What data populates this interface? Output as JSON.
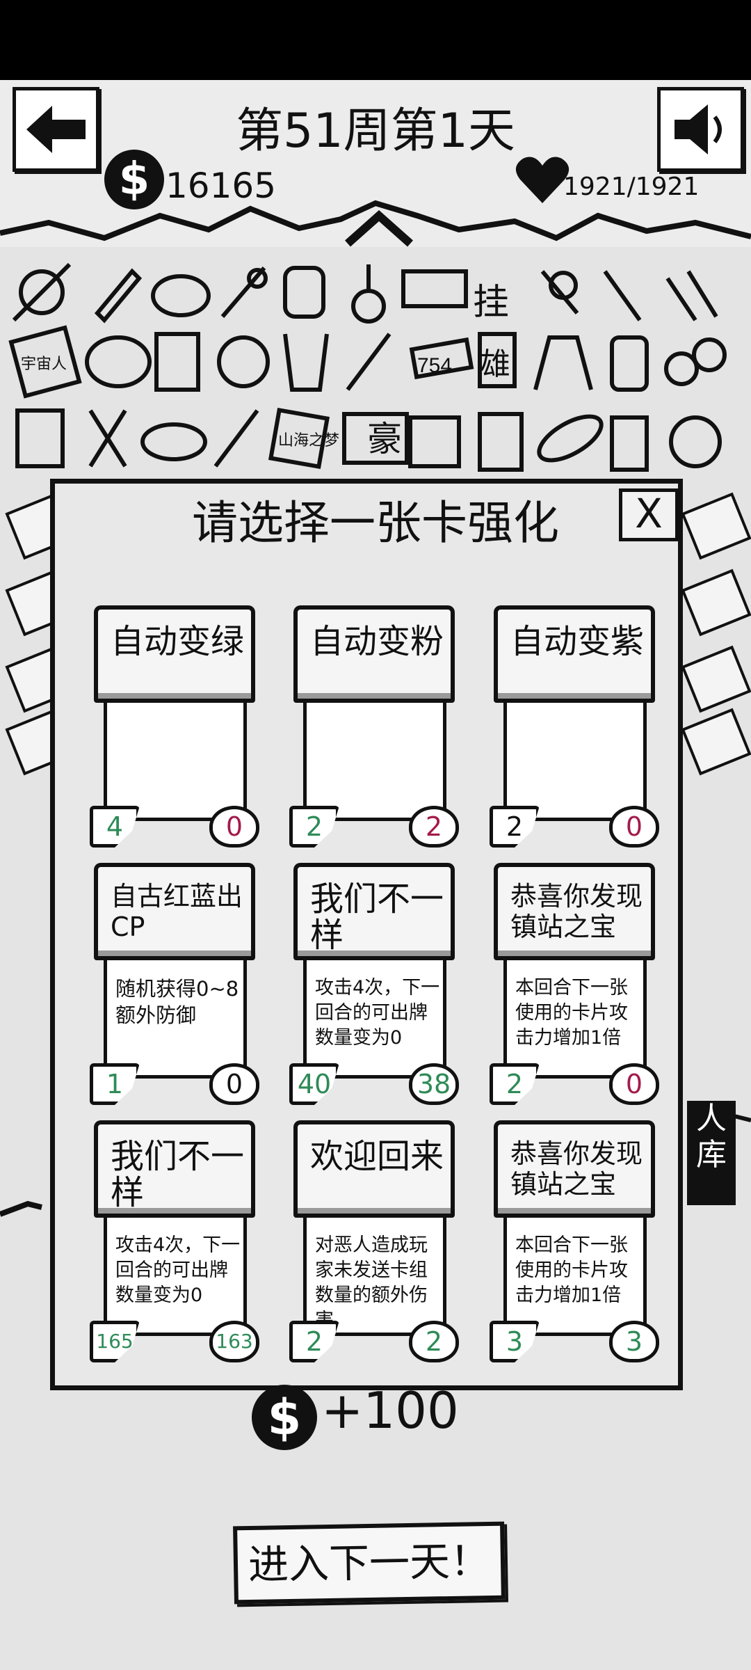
{
  "header": {
    "title": "第51周第1天",
    "money": "16165",
    "coin_symbol": "$",
    "hp": "1921/1921"
  },
  "dialog": {
    "title": "请选择一张卡强化",
    "close_label": "X"
  },
  "cards": [
    {
      "name": "自动变绿",
      "desc": "",
      "left": "4",
      "right": "0",
      "left_color": "green",
      "right_color": "red"
    },
    {
      "name": "自动变粉",
      "desc": "",
      "left": "2",
      "right": "2",
      "left_color": "green",
      "right_color": "red"
    },
    {
      "name": "自动变紫",
      "desc": "",
      "left": "2",
      "right": "0",
      "left_color": "black",
      "right_color": "red"
    },
    {
      "name": "自古红蓝出CP",
      "desc": "随机获得0~8额外防御",
      "left": "1",
      "right": "0",
      "left_color": "green",
      "right_color": "black"
    },
    {
      "name": "我们不一样",
      "desc": "攻击4次，下一回合的可出牌数量变为0",
      "left": "40",
      "right": "38",
      "left_color": "green",
      "right_color": "green"
    },
    {
      "name": "恭喜你发现镇站之宝",
      "desc": "本回合下一张使用的卡片攻击力增加1倍",
      "left": "2",
      "right": "0",
      "left_color": "green",
      "right_color": "red"
    },
    {
      "name": "我们不一样",
      "desc": "攻击4次，下一回合的可出牌数量变为0",
      "left": "165",
      "right": "163",
      "left_color": "green",
      "right_color": "green"
    },
    {
      "name": "欢迎回来",
      "desc": "对恶人造成玩家未发送卡组数量的额外伤害",
      "left": "2",
      "right": "2",
      "left_color": "green",
      "right_color": "green"
    },
    {
      "name": "恭喜你发现镇站之宝",
      "desc": "本回合下一张使用的卡片攻击力增加1倍",
      "left": "3",
      "right": "3",
      "left_color": "green",
      "right_color": "green"
    }
  ],
  "reward": {
    "coin_symbol": "$",
    "text": "+100"
  },
  "next_button": "进入下一天！",
  "deck_tab": "人库",
  "collection_text": {
    "tag1": "挂",
    "tag2": "754",
    "tag3": "雄",
    "tag4": "豪",
    "tag5": "山海之梦",
    "tag6": "宇宙人"
  }
}
